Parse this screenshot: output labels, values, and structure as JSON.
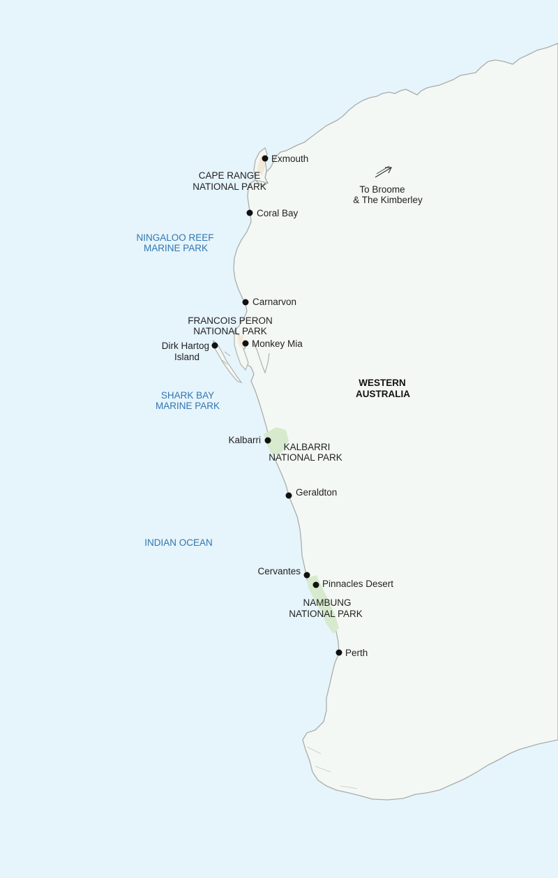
{
  "map": {
    "colors": {
      "sea": "#e6f4fb",
      "land": "#f4f8f4",
      "coast": "#a9adaa",
      "park": "#d7eacd",
      "sand": "#f3e9d8",
      "marker": "#111111",
      "sea_label": "#2f76b1",
      "land_label": "#1f1f1f"
    },
    "places": [
      {
        "id": "exmouth",
        "name": "Exmouth"
      },
      {
        "id": "coral-bay",
        "name": "Coral Bay"
      },
      {
        "id": "carnarvon",
        "name": "Carnarvon"
      },
      {
        "id": "monkey-mia",
        "name": "Monkey Mia"
      },
      {
        "id": "dirk-hartog",
        "name": "Dirk Hartog",
        "name2": "Island"
      },
      {
        "id": "kalbarri",
        "name": "Kalbarri"
      },
      {
        "id": "geraldton",
        "name": "Geraldton"
      },
      {
        "id": "cervantes",
        "name": "Cervantes"
      },
      {
        "id": "pinnacles",
        "name": "Pinnacles Desert"
      },
      {
        "id": "perth",
        "name": "Perth"
      }
    ],
    "parks": [
      {
        "id": "cape-range",
        "line1": "CAPE RANGE",
        "line2": "NATIONAL PARK"
      },
      {
        "id": "francois-peron",
        "line1": "FRANCOIS PERON",
        "line2": "NATIONAL PARK"
      },
      {
        "id": "kalbarri-np",
        "line1": "KALBARRI",
        "line2": "NATIONAL PARK"
      },
      {
        "id": "nambung",
        "line1": "NAMBUNG",
        "line2": "NATIONAL PARK"
      }
    ],
    "sea_labels": [
      {
        "id": "ningaloo",
        "line1": "NINGALOO REEF",
        "line2": "MARINE PARK"
      },
      {
        "id": "shark-bay",
        "line1": "SHARK BAY",
        "line2": "MARINE PARK"
      },
      {
        "id": "indian-ocean",
        "line1": "INDIAN OCEAN",
        "line2": ""
      }
    ],
    "region": {
      "line1": "WESTERN",
      "line2": "AUSTRALIA"
    },
    "direction": {
      "line1": "To Broome",
      "line2": "& The Kimberley",
      "icon": "arrow-northeast-icon"
    }
  }
}
